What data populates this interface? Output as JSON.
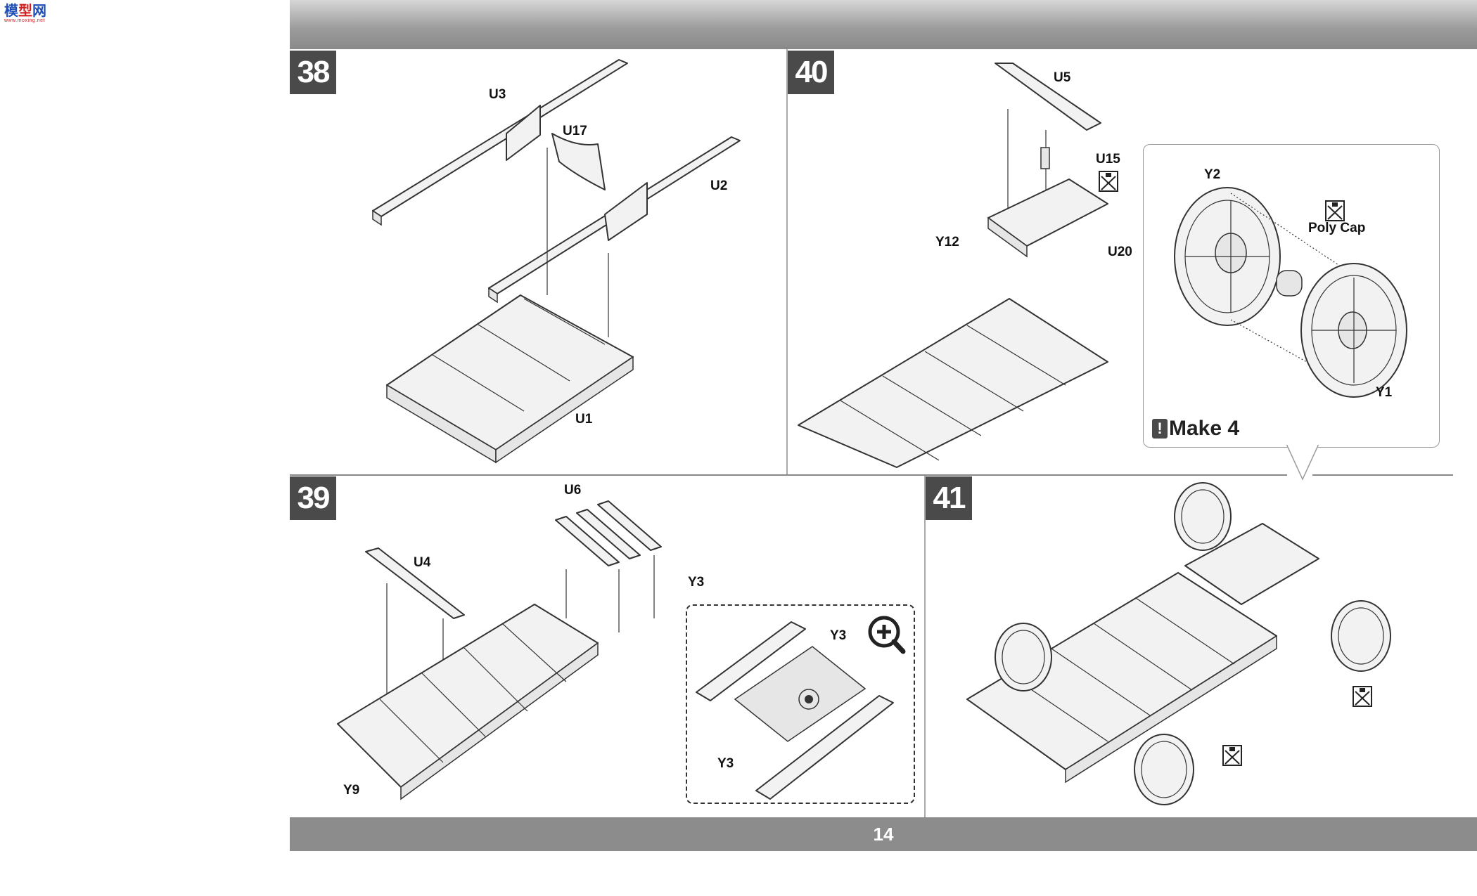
{
  "watermark": {
    "text_a": "模",
    "text_b": "型",
    "text_c": "网",
    "url": "www.moxing.net"
  },
  "page_number": "14",
  "steps": [
    {
      "number": "38",
      "parts": [
        "U3",
        "U17",
        "U2",
        "U1"
      ]
    },
    {
      "number": "40",
      "parts": [
        "U5",
        "U15",
        "Y12",
        "U20"
      ]
    },
    {
      "number": "39",
      "parts": [
        "U6",
        "U4",
        "Y3",
        "Y9"
      ]
    },
    {
      "number": "41",
      "parts": []
    }
  ],
  "callout": {
    "parts": [
      "Y2",
      "Y1"
    ],
    "poly_cap_label": "Poly Cap",
    "make_label": "Make 4"
  },
  "detail": {
    "parts": [
      "Y3",
      "Y3"
    ]
  },
  "colors": {
    "badge": "#4a4a4a",
    "bar": "#8c8c8c"
  }
}
